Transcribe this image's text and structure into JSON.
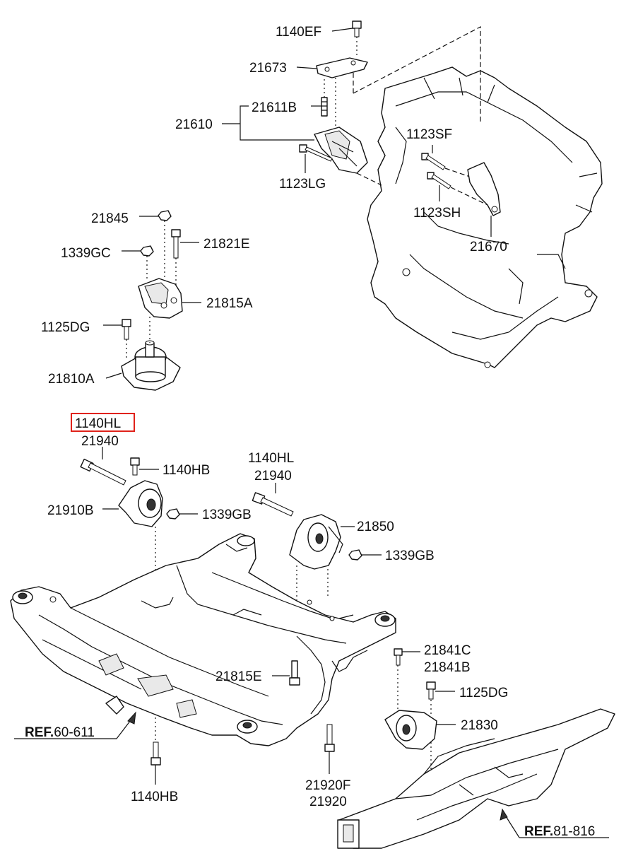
{
  "labels": {
    "p1140EF": "1140EF",
    "p21673": "21673",
    "p21611B": "21611B",
    "p21610": "21610",
    "p1123SF": "1123SF",
    "p1123LG": "1123LG",
    "p1123SH": "1123SH",
    "p21670": "21670",
    "p21845": "21845",
    "p21821E": "21821E",
    "p1339GC": "1339GC",
    "p21815A": "21815A",
    "p1125DG_top": "1125DG",
    "p21810A": "21810A",
    "p1140HL_highlight": "1140HL",
    "p21940_left": "21940",
    "p1140HB_top": "1140HB",
    "p1140HL_right": "1140HL",
    "p21940_right": "21940",
    "p21910B": "21910B",
    "p1339GB_left": "1339GB",
    "p21850": "21850",
    "p1339GB_right": "1339GB",
    "p21841C": "21841C",
    "p21841B": "21841B",
    "p21815E": "21815E",
    "p1125DG_bottom": "1125DG",
    "p21830": "21830",
    "p1140HB_bottom": "1140HB",
    "p21920F": "21920F",
    "p21920": "21920",
    "ref1_bold": "REF.",
    "ref1_num": "60-611",
    "ref2_bold": "REF.",
    "ref2_num": "81-816"
  },
  "colors": {
    "highlight_box": "#e0221a",
    "ink": "#111111",
    "shade": "#e9e9e9"
  },
  "icons": {
    "arrow": "filled-arrowhead",
    "bolt": "hex-bolt-glyph"
  }
}
